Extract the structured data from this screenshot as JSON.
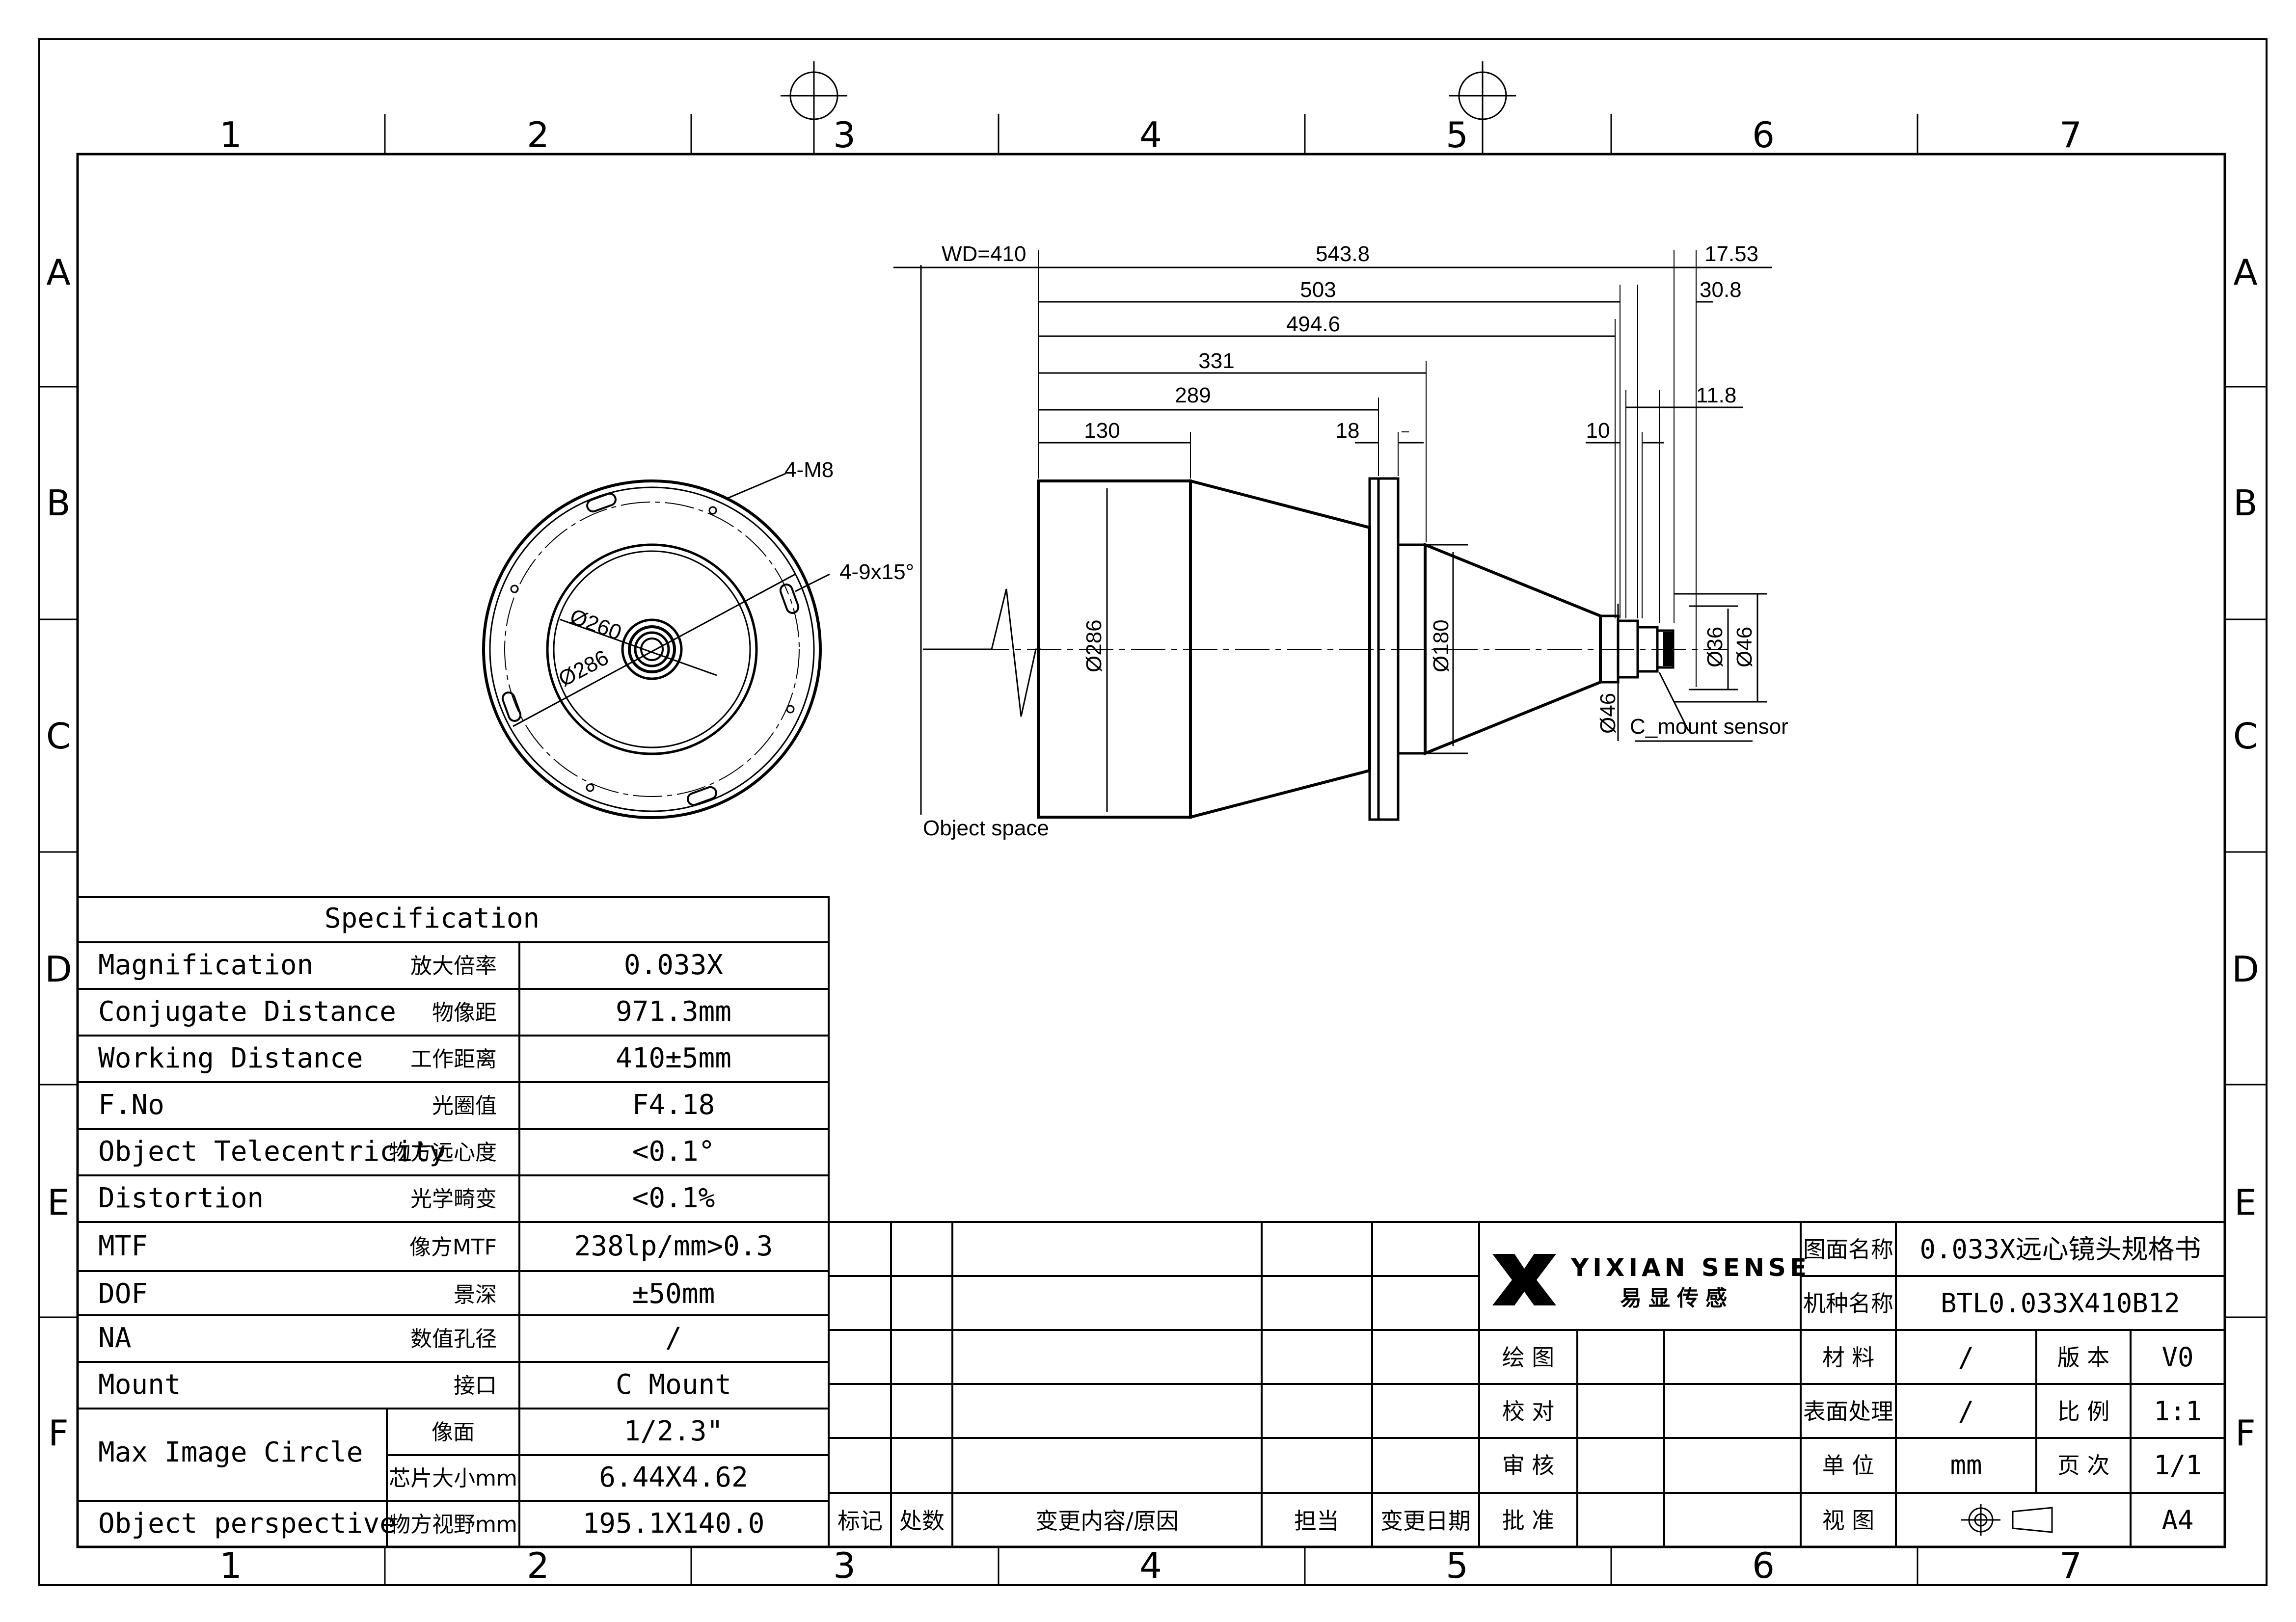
{
  "grid": {
    "columns": [
      "1",
      "2",
      "3",
      "4",
      "5",
      "6",
      "7"
    ],
    "rows": [
      "A",
      "B",
      "C",
      "D",
      "E",
      "F"
    ]
  },
  "side_view": {
    "labels": {
      "thread": "4-M8",
      "slot": "4-9x15°",
      "d260": "Ø260",
      "d286": "Ø286"
    }
  },
  "front_view": {
    "dims": {
      "wd": "WD=410",
      "d543": "543.8",
      "d1753": "17.53",
      "d503": "503",
      "d308": "30.8",
      "d4946": "494.6",
      "d331": "331",
      "d289": "289",
      "d118": "11.8",
      "d130": "130",
      "d18": "18",
      "d10": "10",
      "dia286": "Ø286",
      "dia180": "Ø180",
      "dia36": "Ø36",
      "dia46r": "Ø46",
      "dia46l": "Ø46"
    },
    "labels": {
      "object_space": "Object space",
      "sensor": "C_mount sensor"
    }
  },
  "spec_table": {
    "title": "Specification",
    "rows": [
      {
        "en": "Magnification",
        "cn": "放大倍率",
        "value": "0.033X"
      },
      {
        "en": "Conjugate Distance",
        "cn": "物像距",
        "value": "971.3mm"
      },
      {
        "en": "Working Distance",
        "cn": "工作距离",
        "value": "410±5mm"
      },
      {
        "en": "F.No",
        "cn": "光圈值",
        "value": "F4.18"
      },
      {
        "en": "Object Telecentricity",
        "cn": "物方远心度",
        "value": "<0.1°"
      },
      {
        "en": "Distortion",
        "cn": "光学畸变",
        "value": "<0.1%"
      },
      {
        "en": "MTF",
        "cn": "像方MTF",
        "value": "238lp/mm>0.3"
      },
      {
        "en": "DOF",
        "cn": "景深",
        "value": "±50mm"
      },
      {
        "en": "NA",
        "cn": "数值孔径",
        "value": "/"
      },
      {
        "en": "Mount",
        "cn": "接口",
        "value": "C Mount"
      }
    ],
    "max_image_circle": {
      "en": "Max Image Circle",
      "sub1_cn": "像面",
      "sub1_value": "1/2.3\"",
      "sub2_cn": "芯片大小mm",
      "sub2_value": "6.44X4.62"
    },
    "object_perspective": {
      "en": "Object perspective",
      "cn": "物方视野mm",
      "value": "195.1X140.0"
    }
  },
  "revision_table": {
    "headers": [
      "标记",
      "处数",
      "变更内容/原因",
      "担当",
      "变更日期"
    ]
  },
  "title_block": {
    "logo_text": "YIXIAN SENSE",
    "logo_cn": "易显传感",
    "drawing_name_label": "图面名称",
    "drawing_name": "0.033X远心镜头规格书",
    "model_label": "机种名称",
    "model": "BTL0.033X410B12",
    "roles": [
      "绘 图",
      "校 对",
      "审 核",
      "批 准"
    ],
    "material_label": "材 料",
    "material": "/",
    "version_label": "版 本",
    "version": "V0",
    "surface_label": "表面处理",
    "surface": "/",
    "scale_label": "比 例",
    "scale": "1:1",
    "unit_label": "单 位",
    "unit": "mm",
    "page_label": "页 次",
    "page": "1/1",
    "view_label": "视 图",
    "paper": "A4"
  }
}
